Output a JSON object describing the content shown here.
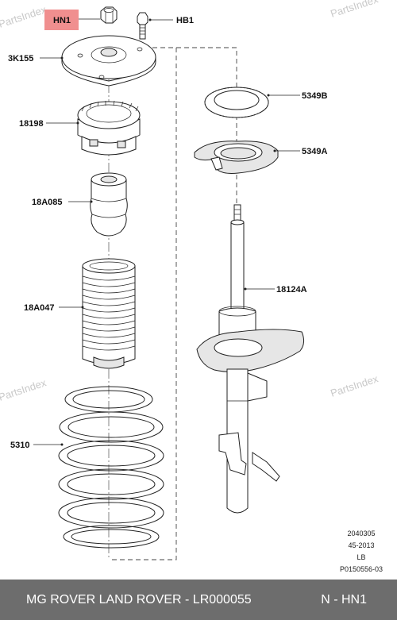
{
  "labels": {
    "hn1": "HN1",
    "hb1": "HB1",
    "3k155": "3K155",
    "18198": "18198",
    "18a085": "18A085",
    "18a047": "18A047",
    "5310": "5310",
    "5349b": "5349B",
    "5349a": "5349A",
    "18124a": "18124A"
  },
  "watermark": "PartsIndex",
  "reference": [
    "2040305",
    "45-2013",
    "LB",
    "P0150556-03"
  ],
  "footer": {
    "title": "MG ROVER LAND ROVER - LR000055",
    "code": "N - HN1"
  },
  "colors": {
    "highlight": "#f08f8f",
    "footer_bg": "#6d6d6d"
  }
}
